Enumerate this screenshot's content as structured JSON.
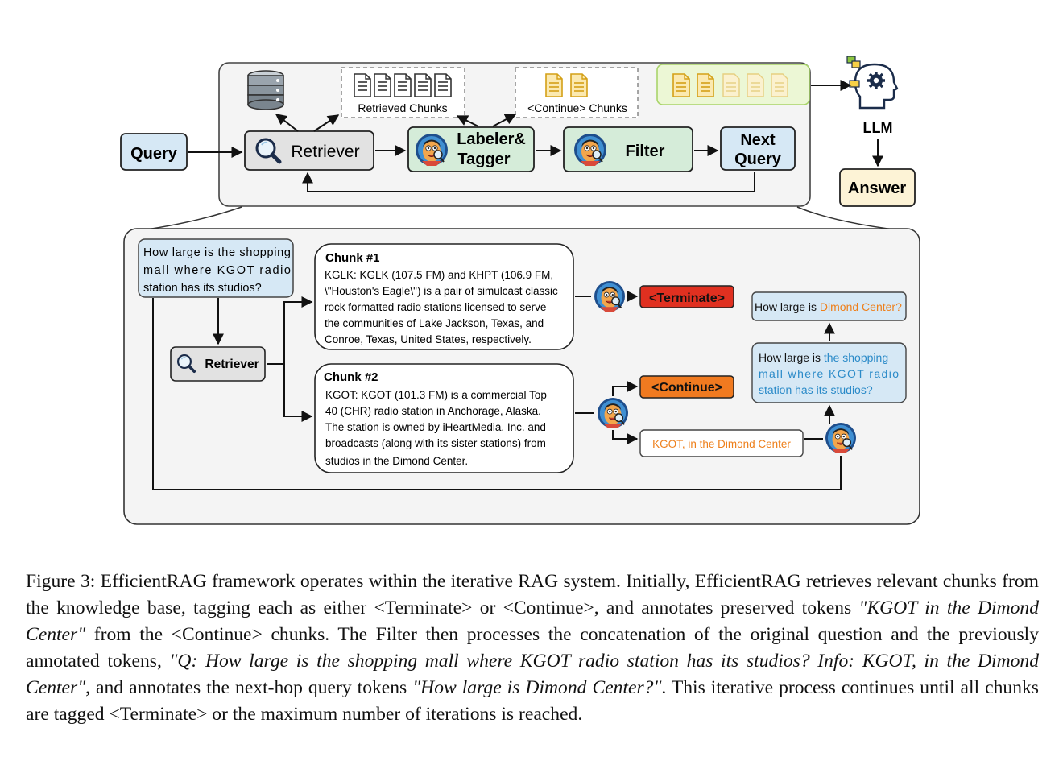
{
  "top": {
    "query": "Query",
    "retriever": "Retriever",
    "labeler_line1": "Labeler&",
    "labeler_line2": "Tagger",
    "filter": "Filter",
    "next_query_line1": "Next",
    "next_query_line2": "Query",
    "retrieved_chunks": "Retrieved Chunks",
    "continue_chunks": "<Continue> Chunks",
    "llm": "LLM",
    "answer": "Answer"
  },
  "detail": {
    "question": [
      "How large is the shopping",
      "mall where KGOT radio",
      "station has its studios?"
    ],
    "retriever": "Retriever",
    "chunk1_title": "Chunk #1",
    "chunk1_lines": [
      "KGLK: KGLK (107.5 FM) and KHPT (106.9 FM,",
      "\\\"Houston's Eagle\\\") is a pair of simulcast classic",
      "rock formatted radio stations licensed to serve",
      "the communities of Lake Jackson, Texas, and",
      "Conroe, Texas, United States, respectively."
    ],
    "chunk2_title": "Chunk #2",
    "chunk2_lines": [
      "KGOT: KGOT (101.3 FM) is a commercial Top",
      "40 (CHR) radio station in Anchorage, Alaska.",
      "The station is owned by iHeartMedia, Inc. and",
      "broadcasts (along with its sister stations) from",
      "studios in the Dimond Center."
    ],
    "terminate": "<Terminate>",
    "continue": "<Continue>",
    "tokens": "KGOT, in the Dimond Center",
    "nq_prefix": "How large is",
    "nq_highlight": "Dimond Center?",
    "combined_prefix": "How large is",
    "combined_rest": [
      "the shopping",
      "mall   where   KGOT   radio",
      "station has its studios?"
    ]
  },
  "caption": {
    "p1": "Figure 3: EfficientRAG framework operates within the iterative RAG system. Initially, EfficientRAG retrieves relevant chunks from the knowledge base, tagging each as either <Terminate> or <Continue>, and annotates preserved tokens ",
    "i1": "\"KGOT in the Dimond Center\"",
    "p2": " from the <Continue> chunks. The Filter then processes the concatenation of the original question and the previously annotated tokens, ",
    "i2": "\"Q: How large is the shopping mall where KGOT radio station has its studios? Info: KGOT, in the Dimond Center\"",
    "p3": ", and annotates the next-hop query tokens ",
    "i3": "\"How large is Dimond Center?\"",
    "p4": ". This iterative process continues until all chunks are tagged <Terminate> or the maximum number of iterations is reached."
  },
  "colors": {
    "query_fill": "#d6e8f5",
    "model_fill": "#d5ecd9",
    "retriever_fill": "#e2e2e2",
    "answer_fill": "#fdf3d6",
    "terminate_fill": "#e03020",
    "continue_fill": "#f07a20",
    "highlight_orange": "#ee7f1a",
    "highlight_blue": "#2a8ac8"
  }
}
